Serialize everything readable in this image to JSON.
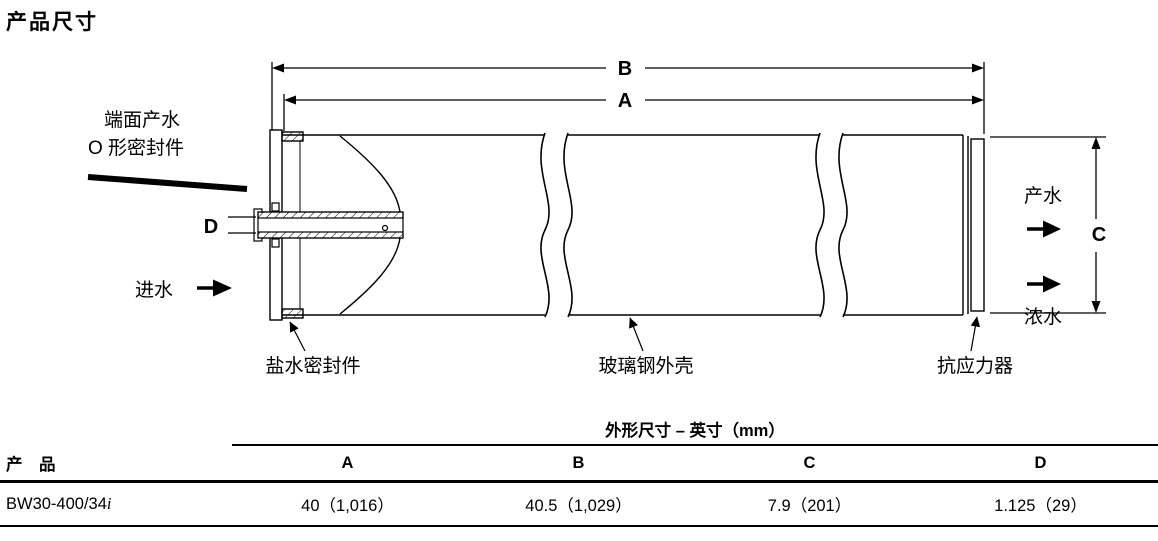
{
  "page": {
    "title": "产品尺寸"
  },
  "diagram": {
    "oring_label_line1": "端面产水",
    "oring_label_line2": "O 形密封件",
    "feed_label": "进水",
    "permeate_label": "产水",
    "concentrate_label": "浓水",
    "brine_seal_label": "盐水密封件",
    "shell_label": "玻璃钢外壳",
    "stress_label": "抗应力器",
    "dim_a": "A",
    "dim_b": "B",
    "dim_c": "C",
    "dim_d": "D"
  },
  "table": {
    "title": "外形尺寸 – 英寸（mm）",
    "product_header": "产　品",
    "columns": [
      "A",
      "B",
      "C",
      "D"
    ],
    "rows": [
      {
        "product": "BW30-400/34",
        "product_suffix": "i",
        "a": "40（1,016）",
        "b": "40.5（1,029）",
        "c": "7.9（201）",
        "d": "1.125（29）"
      }
    ]
  }
}
